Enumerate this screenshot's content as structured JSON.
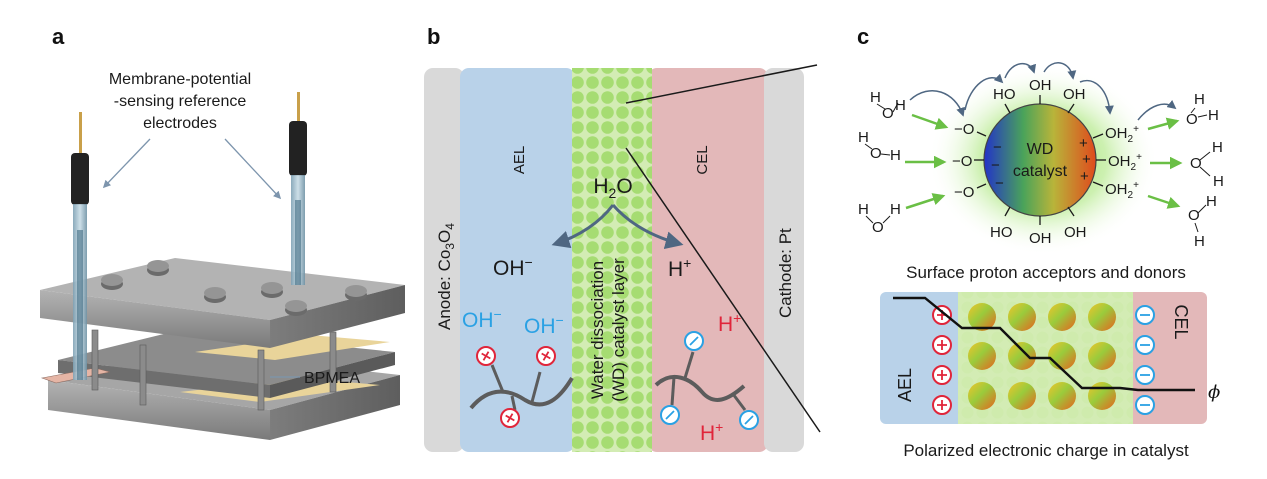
{
  "panels": {
    "a": {
      "letter": "a",
      "callout_lines": [
        "Membrane-potential",
        "-sensing reference",
        "electrodes"
      ],
      "device_label": "BPMEA"
    },
    "b": {
      "letter": "b",
      "anode": "Anode: Co",
      "anode_sub1": "3",
      "anode_mid": "O",
      "anode_sub2": "4",
      "ael": "AEL",
      "cel": "CEL",
      "cathode": "Cathode: Pt",
      "wd_line1": "Water dissociation",
      "wd_line2": "(WD) catalyst layer",
      "water_h": "H",
      "water_sub": "2",
      "water_o": "O",
      "oh_product": "OH",
      "oh_charge": "−",
      "h_product": "H",
      "h_charge": "+",
      "ion_oh": "OH",
      "ion_h": "H"
    },
    "c": {
      "letter": "c",
      "catalyst_line1": "WD",
      "catalyst_line2": "catalyst",
      "ho": "HO",
      "oh": "OH",
      "o_minus": "−O",
      "oh2": "OH",
      "oh2_sub": "2",
      "plus": "+",
      "minus": "−",
      "h": "H",
      "o": "O",
      "caption1": "Surface proton acceptors and donors",
      "ael": "AEL",
      "cel": "CEL",
      "phi": "ϕ",
      "caption2": "Polarized electronic charge in catalyst"
    }
  },
  "colors": {
    "ael": "#b9d2e9",
    "cel": "#e3b8b9",
    "electrode": "#d9d9d9",
    "catalyst_layer": "#d3ecb4",
    "catalyst_dot": "#a6dc72",
    "anion_blue": "#2aa1e4",
    "cation_red": "#e0253a",
    "arrow_green": "#6abf45",
    "arrow_slate": "#4f6782"
  }
}
